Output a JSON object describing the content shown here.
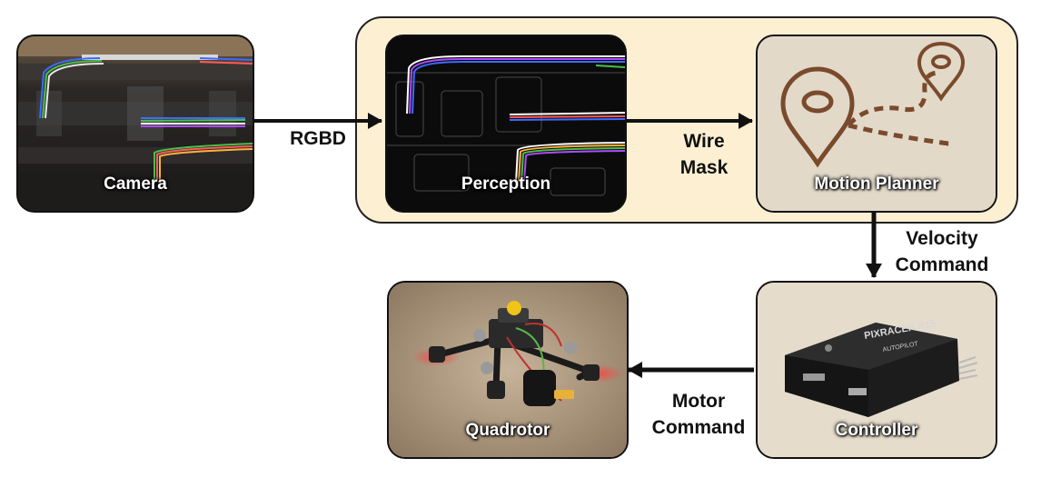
{
  "blocks": {
    "camera": "Camera",
    "perception": "Perception",
    "motion_planner": "Motion Planner",
    "controller": "Controller",
    "quadrotor": "Quadrotor"
  },
  "edges": {
    "rgbd": "RGBD",
    "wire_mask": [
      "Wire",
      "Mask"
    ],
    "velocity_command": [
      "Velocity",
      "Command"
    ],
    "motor_command": [
      "Motor",
      "Command"
    ]
  },
  "controller_device": {
    "brand": "PIXRACER R15",
    "sub": "AUTOPILOT"
  },
  "colors": {
    "pipeline_background": "#fdf0d2",
    "planner_background": "#e2d9c9",
    "controller_background": "#e6dccb",
    "route_brown": "#7a4a2c",
    "arrow": "#111111"
  }
}
